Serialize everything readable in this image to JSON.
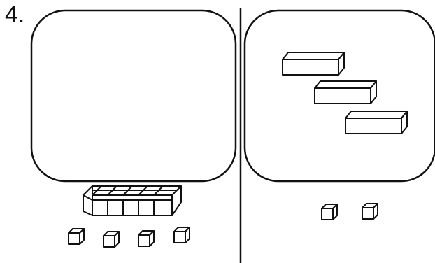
{
  "problem": {
    "number_label": "4."
  },
  "left_panel": {
    "frame": "rounded-square",
    "frame_contents": "empty",
    "ten_rod_groups": [
      {
        "rows": 2,
        "columns": 5,
        "unit_cubes": 10
      }
    ],
    "loose_unit_cubes": 4
  },
  "right_panel": {
    "frame": "rounded-square",
    "ten_rods_inside_frame": 3,
    "loose_unit_cubes": 2
  },
  "divider": "vertical-line",
  "colors": {
    "stroke": "#111111",
    "fill": "#ffffff"
  },
  "icons": {
    "unit_cube": "cube-icon",
    "ten_rod": "ten-rod-icon",
    "ten_block": "ten-block-icon"
  }
}
